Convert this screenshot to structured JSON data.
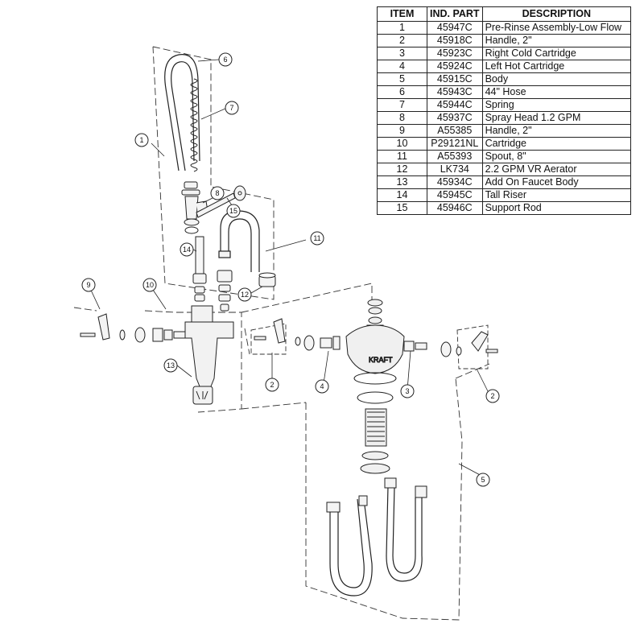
{
  "parts_table": {
    "headers": [
      "ITEM",
      "IND. PART",
      "DESCRIPTION"
    ],
    "rows": [
      [
        "1",
        "45947C",
        "Pre-Rinse Assembly-Low Flow"
      ],
      [
        "2",
        "45918C",
        "Handle, 2\""
      ],
      [
        "3",
        "45923C",
        "Right Cold Cartridge"
      ],
      [
        "4",
        "45924C",
        "Left Hot Cartridge"
      ],
      [
        "5",
        "45915C",
        "Body"
      ],
      [
        "6",
        "45943C",
        "44\" Hose"
      ],
      [
        "7",
        "45944C",
        "Spring"
      ],
      [
        "8",
        "45937C",
        "Spray Head 1.2 GPM"
      ],
      [
        "9",
        "A55385",
        "Handle, 2\""
      ],
      [
        "10",
        "P29121NL",
        "Cartridge"
      ],
      [
        "11",
        "A55393",
        "Spout, 8\""
      ],
      [
        "12",
        "LK734",
        "2.2 GPM VR Aerator"
      ],
      [
        "13",
        "45934C",
        "Add On Faucet Body"
      ],
      [
        "14",
        "45945C",
        "Tall Riser"
      ],
      [
        "15",
        "45946C",
        "Support Rod"
      ]
    ]
  },
  "callouts": {
    "c1": "1",
    "c2a": "2",
    "c2b": "2",
    "c3": "3",
    "c4": "4",
    "c5": "5",
    "c6": "6",
    "c7": "7",
    "c8": "8",
    "c9": "9",
    "c10": "10",
    "c11": "11",
    "c12": "12",
    "c13": "13",
    "c14": "14",
    "c15": "15"
  },
  "body_stamp": "KRAFT"
}
